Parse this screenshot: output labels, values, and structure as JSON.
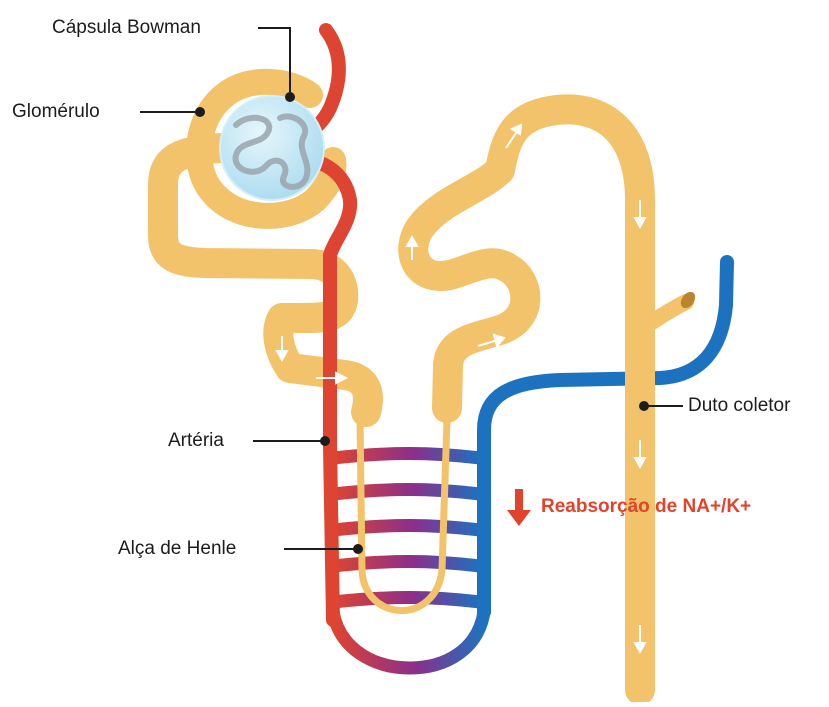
{
  "labels": {
    "capsula": "Cápsula Bowman",
    "glomerulo": "Glomérulo",
    "arteria": "Artéria",
    "alca": "Alça de Henle",
    "duto": "Duto coletor",
    "reabsorcao": "Reabsorção de NA+/K+"
  },
  "colors": {
    "tubule": "#f2c36b",
    "tubule_shadow": "#e3a94d",
    "artery": "#dd4431",
    "vein": "#1d72bf",
    "capillary_mid": "#8a2f8c",
    "glomerulus": "#a9dbef",
    "accent": "#e2432b"
  },
  "icons": {
    "flow_arrows": "arrow-icon",
    "reabsorption_arrow": "down-arrow-icon"
  }
}
